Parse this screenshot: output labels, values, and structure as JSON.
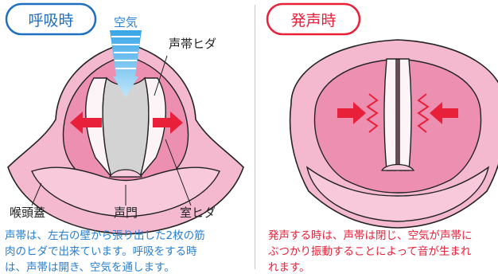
{
  "left_panel": {
    "badge": "呼吸時",
    "airflow_label": "空気",
    "labels": {
      "vocal_folds": "声帯ヒダ",
      "epiglottis": "喉頭蓋",
      "glottis": "声門",
      "ventricular_folds": "室ヒダ"
    },
    "caption": "声帯は、左右の壁から張り出した2枚の筋\n肉のヒダで出来ています。呼吸をする時\nは、声帯は開き、空気を通します。"
  },
  "right_panel": {
    "badge": "発声時",
    "caption": "発声する時は、声帯は閉じ、空気が声帯に\nぶつかり振動することによって音が生まれ\nれます。"
  },
  "colors": {
    "blue": "#2a7fcf",
    "red": "#e8203a",
    "pink_outer": "#f4b8cf",
    "pink_mid": "#ec8fb1",
    "glottis_gray": "#d3d3d3",
    "fold_white": "#fdf4f8"
  }
}
